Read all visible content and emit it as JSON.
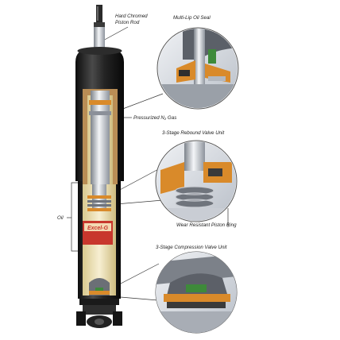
{
  "labels": {
    "piston_rod": [
      "Hard Chromed",
      "Piston Rod"
    ],
    "oil_seal": "Multi-Lip Oil Seal",
    "gas": "Pressurized N₂ Gas",
    "rebound_valve": "3-Stage Rebound Valve Unit",
    "oil": "Oil",
    "piston_ring": "Wear Resistant Piston Ring",
    "compression_valve": "3-Stage Compression Valve Unit"
  },
  "brand_logo": "Excel-G",
  "colors": {
    "body_dark": "#1c1c1c",
    "body_mid": "#3a3a3a",
    "cutaway_cream": "#f1e6c2",
    "chrome_light": "#e8eaee",
    "chrome_dark": "#8d939c",
    "orange_part": "#d98a2a",
    "red_label": "#c8372d",
    "green_seal": "#3e8a3a",
    "bubble_bg": "#d7dbe2",
    "leader_line": "#333333"
  }
}
